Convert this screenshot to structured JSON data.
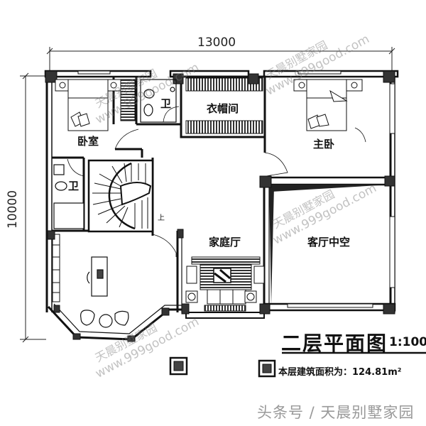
{
  "drawing": {
    "title": "二层平面图",
    "scale": "1:100",
    "area_label": "本层建筑面积为：",
    "area_value": "124.81",
    "area_unit": "m²",
    "footer": "头条号 / 天晨别墅家园"
  },
  "dimensions": {
    "width": "13000",
    "depth": "10000"
  },
  "rooms": {
    "bedroom": "卧室",
    "bath_top": "卫",
    "bath_left": "卫",
    "cloakroom": "衣帽间",
    "master_bedroom": "主卧",
    "family_hall": "家庭厅",
    "living_void": "客厅中空",
    "stair_up": "上"
  },
  "watermarks": [
    {
      "cn": "天晨别墅家园",
      "url": "www.999good.com"
    },
    {
      "cn": "天晨别墅家园",
      "url": "www.999good.com"
    },
    {
      "cn": "天晨别墅家园",
      "url": "www.999good.com"
    },
    {
      "cn": "天晨别墅家园",
      "url": "www.999good.com"
    }
  ],
  "colors": {
    "wall": "#111111",
    "column": "#333333",
    "watermark": "#888888",
    "footer": "#999999"
  }
}
